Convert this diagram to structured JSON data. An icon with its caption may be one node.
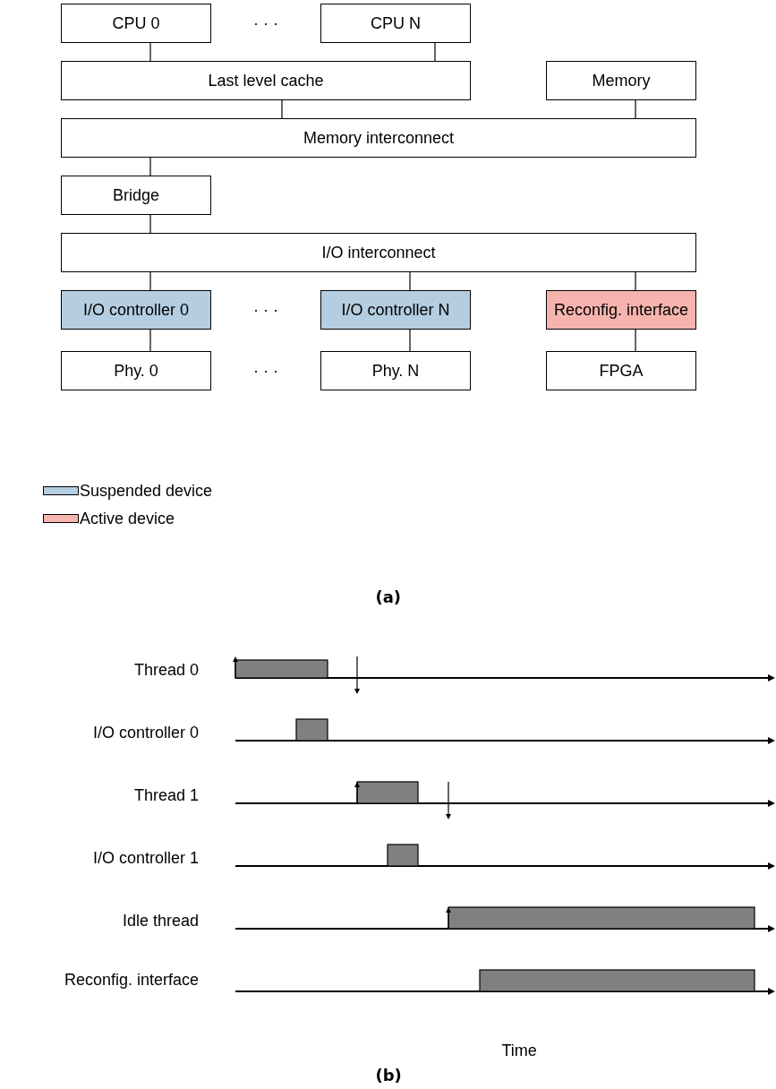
{
  "diagram": {
    "nodes": [
      {
        "text": [
          "CPU 0"
        ]
      },
      {
        "text": [
          "CPU N"
        ]
      },
      {
        "text": [
          "Last level cache"
        ]
      },
      {
        "text": [
          "Memory"
        ]
      },
      {
        "text": [
          "Memory interconnect"
        ]
      },
      {
        "text": [
          "Bridge"
        ]
      },
      {
        "text": [
          "I/O interconnect"
        ]
      },
      {
        "text": [
          "I/O controller 0"
        ]
      },
      {
        "text": [
          "I/O controller N"
        ]
      },
      {
        "text": [
          "Reconfig. interface"
        ]
      },
      {
        "text": [
          "Phy. 0"
        ]
      },
      {
        "text": [
          "Phy. N"
        ]
      },
      {
        "text": [
          "FPGA"
        ]
      }
    ],
    "edges": [
      {
        "from": 0,
        "to": 2,
        "arrow": "none"
      },
      {
        "from": 1,
        "to": 2,
        "arrow": "none"
      },
      {
        "from": 2,
        "to": 4,
        "arrow": "none"
      },
      {
        "from": 3,
        "to": 4,
        "arrow": "none"
      },
      {
        "from": 4,
        "to": 5,
        "arrow": "none"
      },
      {
        "from": 5,
        "to": 6,
        "arrow": "none"
      },
      {
        "from": 6,
        "to": 7,
        "arrow": "none"
      },
      {
        "from": 6,
        "to": 8,
        "arrow": "none"
      },
      {
        "from": 6,
        "to": 9,
        "arrow": "none"
      },
      {
        "from": 7,
        "to": 10,
        "arrow": "none"
      },
      {
        "from": 8,
        "to": 11,
        "arrow": "none"
      },
      {
        "from": 9,
        "to": 12,
        "arrow": "none"
      }
    ],
    "labels": [
      "· · ·",
      "· · ·",
      "· · ·",
      "(a)",
      "Thread 0",
      "I/O controller 0",
      "Thread 1",
      "I/O controller 1",
      "Idle thread",
      "Reconfig. interface",
      "Time",
      "(b)"
    ],
    "legend": [
      {
        "text": "Suspended device",
        "color": "#b4cde0"
      },
      {
        "text": "Active device",
        "color": "#f7b4ae"
      }
    ]
  }
}
